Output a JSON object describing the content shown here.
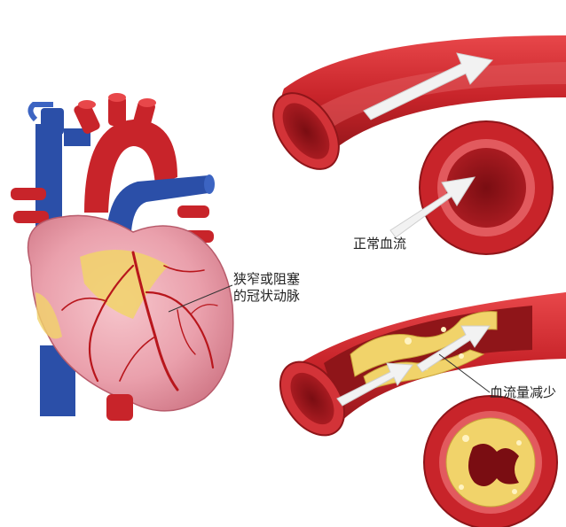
{
  "labels": {
    "narrowed_artery_line1": "狭窄或阻塞",
    "narrowed_artery_line2": "的冠状动脉",
    "normal_flow": "正常血流",
    "reduced_flow": "血流量减少"
  },
  "colors": {
    "artery_red": "#c8242a",
    "vein_blue": "#2b4fa8",
    "heart_pink": "#e89aa8",
    "plaque_yellow": "#f1d36a",
    "flow_arrow": "#f2f2f2"
  }
}
